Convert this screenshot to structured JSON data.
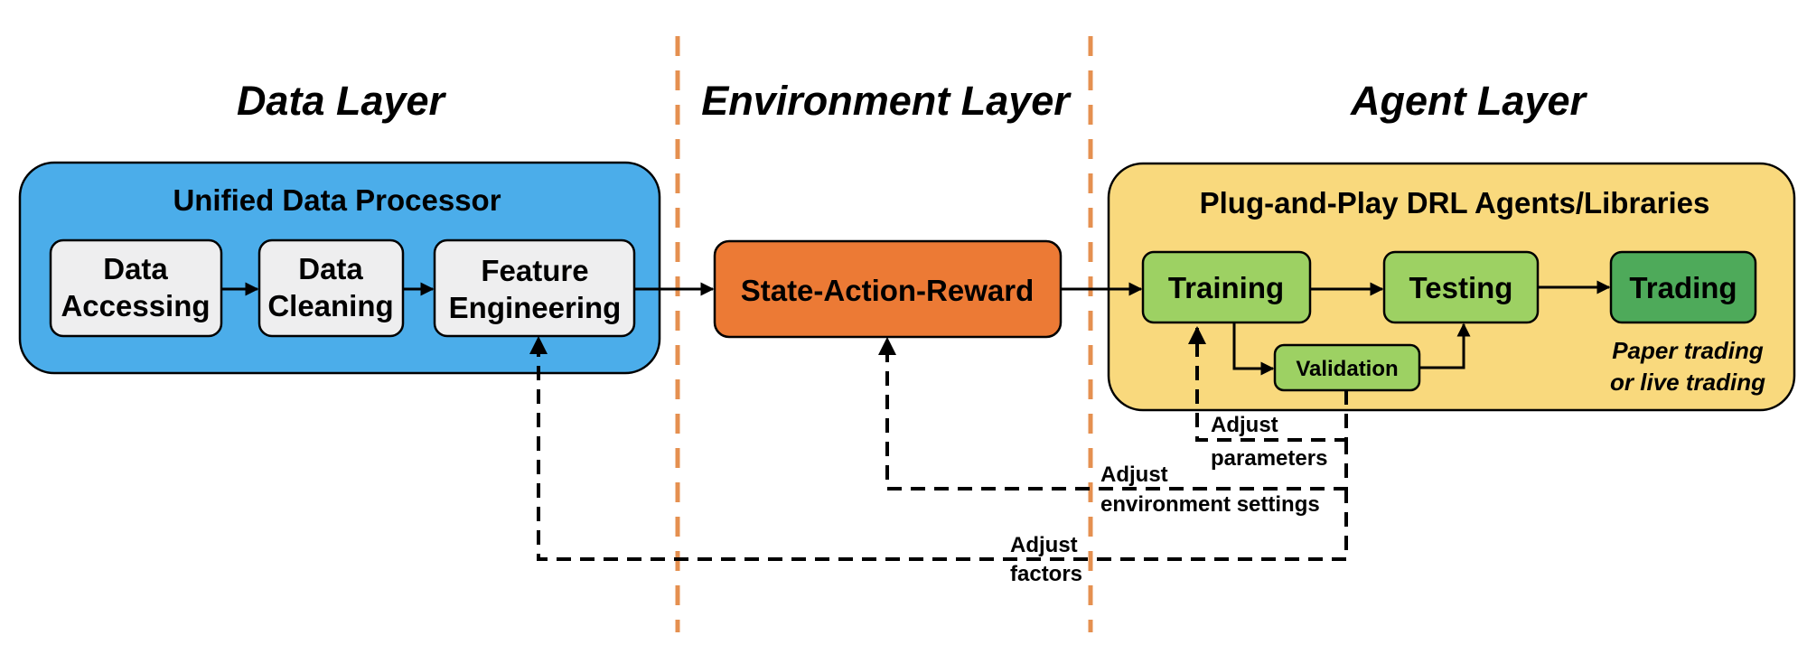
{
  "layers": {
    "data": "Data Layer",
    "environment": "Environment Layer",
    "agent": "Agent Layer"
  },
  "data_group": {
    "title": "Unified Data Processor",
    "boxes": [
      {
        "line1": "Data",
        "line2": "Accessing"
      },
      {
        "line1": "Data",
        "line2": "Cleaning"
      },
      {
        "line1": "Feature",
        "line2": "Engineering"
      }
    ]
  },
  "environment_box": {
    "label": "State-Action-Reward"
  },
  "agent_group": {
    "title": "Plug-and-Play DRL Agents/Libraries",
    "training": "Training",
    "testing": "Testing",
    "trading": "Trading",
    "validation": "Validation",
    "note_line1": "Paper trading",
    "note_line2": "or live trading"
  },
  "feedback": {
    "parameters": {
      "line1": "Adjust",
      "line2": "parameters"
    },
    "environment": {
      "line1": "Adjust",
      "line2": "environment settings"
    },
    "factors": {
      "line1": "Adjust",
      "line2": "factors"
    }
  },
  "colors": {
    "data_group_fill": "#4badea",
    "agent_group_fill": "#f9d97d",
    "data_box_fill": "#eeeeef",
    "env_box_fill": "#ec7a35",
    "agent_box_fill": "#9dd163",
    "trading_fill": "#4eaa5a",
    "divider": "#e59050"
  }
}
